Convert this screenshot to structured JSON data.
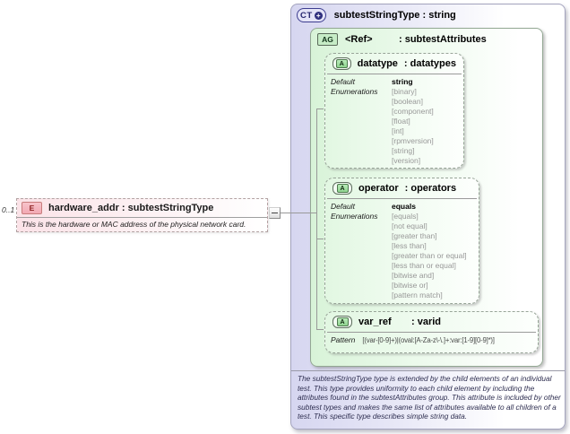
{
  "element": {
    "cardinality": "0..1",
    "badge": "E",
    "title": "hardware_addr : subtestStringType",
    "description": "This is the hardware or MAC address of the physical network card."
  },
  "complex_type": {
    "badge": "CT",
    "plus": "+",
    "title": "subtestStringType : string",
    "annotation": "The subtestStringType type is extended by the child elements of an individual test.  This type provides uniformity to each child element by including the attributes found in the subtestAttributes group.  This attribute is included by other subtest types and makes the same list of attributes available to all children of a test.  This specific type describes simple string data."
  },
  "attribute_group": {
    "badge": "AG",
    "name": "<Ref>",
    "type": ": subtestAttributes"
  },
  "attributes": [
    {
      "badge": "A",
      "name": "datatype",
      "type": ": datatypes",
      "default_label": "Default",
      "default_value": "string",
      "enumerations_label": "Enumerations",
      "enumerations": [
        "[binary]",
        "[boolean]",
        "[component]",
        "[float]",
        "[int]",
        "[rpmversion]",
        "[string]",
        "[version]"
      ]
    },
    {
      "badge": "A",
      "name": "operator",
      "type": ": operators",
      "default_label": "Default",
      "default_value": "equals",
      "enumerations_label": "Enumerations",
      "enumerations": [
        "[equals]",
        "[not equal]",
        "[greater than]",
        "[less than]",
        "[greater than or equal]",
        "[less than or equal]",
        "[bitwise and]",
        "[bitwise or]",
        "[pattern match]"
      ]
    },
    {
      "badge": "A",
      "name": "var_ref",
      "type": ": varid",
      "pattern_label": "Pattern",
      "pattern_value": "[(var-[0-9]+)|(oval:[A-Za-z\\-\\.]+:var:[1-9][0-9]*)]"
    }
  ],
  "colors": {
    "ct_fill": "#d6d6f0",
    "ag_fill": "#d8f3d8",
    "attr_fill": "#e2f7e2",
    "element_fill": "#fbe3e8",
    "enum_text": "#989898",
    "annotation_text": "#2e2e50",
    "connector": "#999999"
  }
}
